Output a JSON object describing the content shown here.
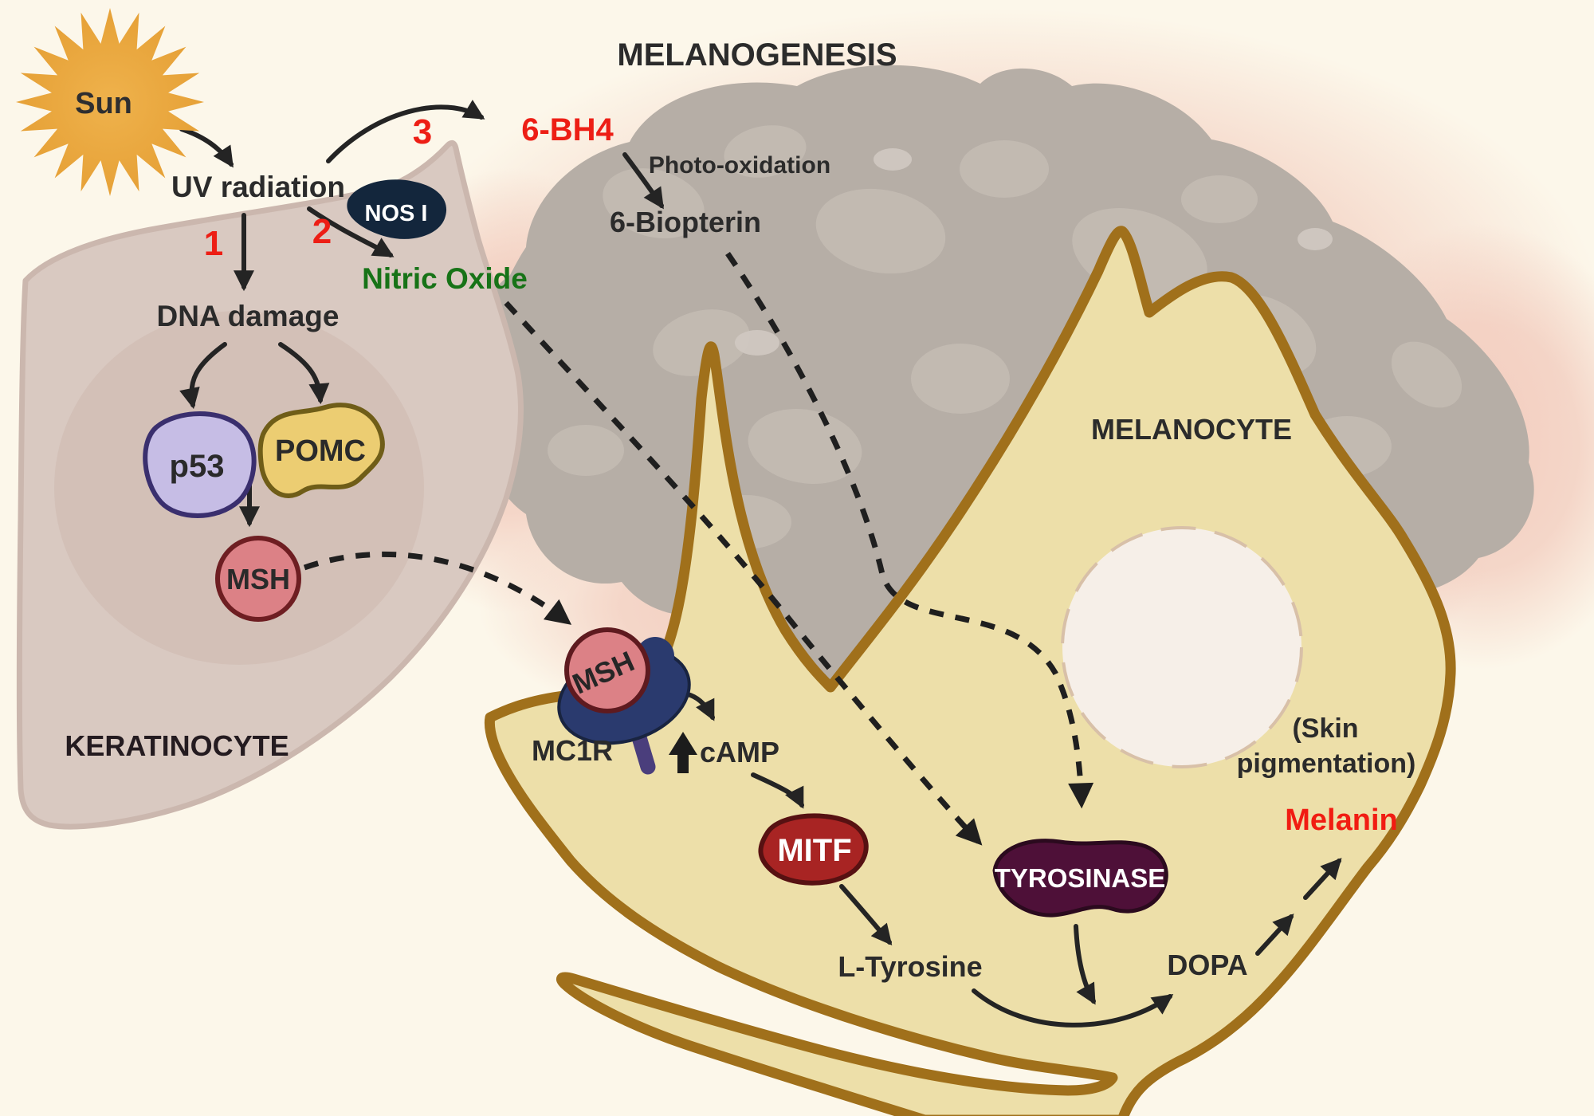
{
  "title": "MELANOGENESIS",
  "colors": {
    "background": "#FCF7EA",
    "accent_red": "#ED1E15",
    "green": "#177317",
    "navy": "#13263C",
    "receptor_blue": "#2A3A6E",
    "gold_membrane": "#A0701B",
    "melanocyte_fill": "#EDDFA9",
    "keratinocyte_fill": "#D9C9C1",
    "gray_blob": "#B6AEA6",
    "pink_glow": "#F2CBBD",
    "plum": "#4E1038",
    "brick": "#A82423",
    "p53_purple": "#C6BDE5",
    "pomc_yellow": "#ECCD72",
    "msh_salmon": "#DC8186",
    "sun_orange": "#E9A83E"
  },
  "labels": {
    "sun": "Sun",
    "uv_radiation": "UV radiation",
    "step1": "1",
    "step2": "2",
    "step3": "3",
    "bh4": "6-BH4",
    "nos1": "NOS I",
    "nitric_oxide": "Nitric Oxide",
    "photo_oxidation": "Photo-oxidation",
    "biopterin": "6-Biopterin",
    "dna_damage": "DNA damage",
    "p53": "p53",
    "pomc": "POMC",
    "msh_keratinocyte": "MSH",
    "keratinocyte": "KERATINOCYTE",
    "melanocyte": "MELANOCYTE",
    "msh_ligand": "MSH",
    "mc1r": "MC1R",
    "camp": "cAMP",
    "mitf": "MITF",
    "tyrosinase": "TYROSINASE",
    "l_tyrosine": "L-Tyrosine",
    "dopa": "DOPA",
    "melanin": "Melanin",
    "skin_pigmentation_line1": "(Skin",
    "skin_pigmentation_line2": "pigmentation)"
  }
}
